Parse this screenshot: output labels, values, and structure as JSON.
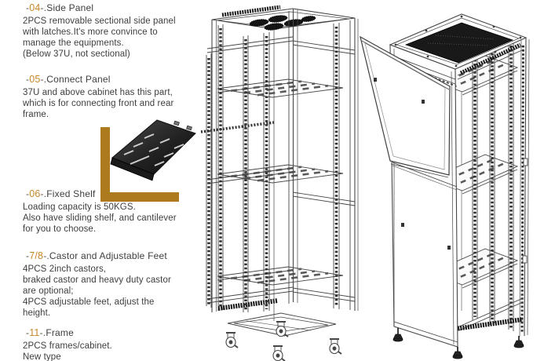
{
  "accent_color": "#c8872a",
  "text_color": "#3e3e3e",
  "sections": [
    {
      "pre": "-",
      "num": "04",
      "post": "-.",
      "title": "Side Panel",
      "lines": [
        "2PCS removable sectional side panel",
        "with latches.It's more convince to",
        "manage the equipments.",
        "(Below 37U, not sectional)"
      ]
    },
    {
      "pre": "-",
      "num": "05",
      "post": "-.",
      "title": "Connect Panel",
      "lines": [
        "37U and above cabinet has this part,",
        "which is for connecting front and rear",
        "frame."
      ]
    },
    {
      "pre": "-",
      "num": "06",
      "post": "-.",
      "title": "Fixed Shelf",
      "lines": [
        "Loading capacity is 50KGS.",
        "Also have sliding shelf, and cantilever",
        "for you to choose."
      ]
    },
    {
      "pre": "-",
      "num": "7/8",
      "post": "-.",
      "title": "Castor and Adjustable Feet",
      "lines": [
        "4PCS 2inch castors,",
        "braked castor and heavy duty castor",
        "are optional;",
        "4PCS adjustable feet, adjust the",
        "height."
      ]
    },
    {
      "pre": "-",
      "num": "11",
      "post": "-.",
      "title": "Frame",
      "lines": [
        "2PCS frames/cabinet.",
        "New type"
      ]
    }
  ],
  "figures": {
    "shelf_photo": "fixed-shelf-product-photo",
    "bracket": "corner-bracket-graphic",
    "rack_left": "open-frame-rack-line-drawing",
    "rack_right": "cabinet-rack-side-panel-removed-line-drawing"
  }
}
